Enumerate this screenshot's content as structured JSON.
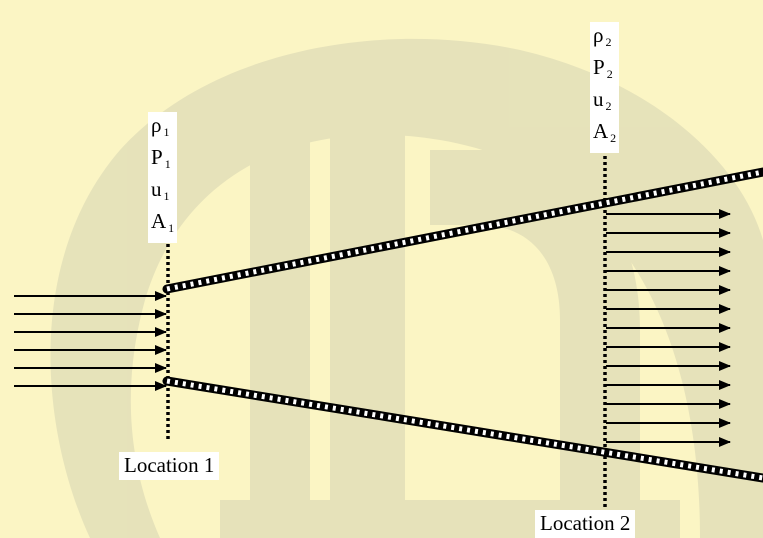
{
  "colors": {
    "background": "#fbf5c4",
    "watermark": "#d6d4b2",
    "line": "#000000",
    "label_background": "#ffffff"
  },
  "location1": {
    "label": "Location 1",
    "variables": [
      {
        "symbol": "ρ",
        "subscript": "1"
      },
      {
        "symbol": "P",
        "subscript": "1"
      },
      {
        "symbol": "u",
        "subscript": "1"
      },
      {
        "symbol": "A",
        "subscript": "1"
      }
    ]
  },
  "location2": {
    "label": "Location 2",
    "variables": [
      {
        "symbol": "ρ",
        "subscript": "2"
      },
      {
        "symbol": "P",
        "subscript": "2"
      },
      {
        "symbol": "u",
        "subscript": "2"
      },
      {
        "symbol": "A",
        "subscript": "2"
      }
    ]
  }
}
